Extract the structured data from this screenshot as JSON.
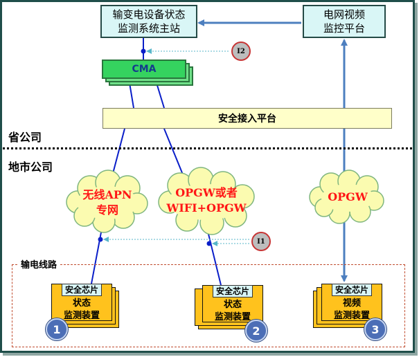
{
  "nodes": {
    "master_station": {
      "line1": "输变电设备状态",
      "line2": "监测系统主站"
    },
    "video_platform": {
      "line1": "电网视频",
      "line2": "监控平台"
    },
    "cma": "CMA",
    "secure_access": "安全接入平台",
    "cloud_apn": {
      "line1": "无线APN",
      "line2": "专网"
    },
    "cloud_opgw_wifi": {
      "line1": "OPGW或者",
      "line2": "WIFI+OPGW"
    },
    "cloud_opgw": "OPGW"
  },
  "regions": {
    "province": "省公司",
    "city": "地市公司",
    "transmission": "输电线路"
  },
  "interfaces": {
    "i1": "I1",
    "i2": "I2"
  },
  "devices": [
    {
      "chip": "安全芯片",
      "line1": "状态",
      "line2": "监测装置",
      "number": "1"
    },
    {
      "chip": "安全芯片",
      "line1": "状态",
      "line2": "监测装置",
      "number": "2"
    },
    {
      "chip": "安全芯片",
      "line1": "视频",
      "line2": "监测装置",
      "number": "3"
    }
  ],
  "colors": {
    "link_blue": "#0a1ec8",
    "video_link": "#4d7fbf",
    "dotted_link": "#57b6c9",
    "cloud_fill": "#fbfbb0",
    "cloud_text": "#ff1616",
    "chip_fill": "#ffc21d"
  }
}
